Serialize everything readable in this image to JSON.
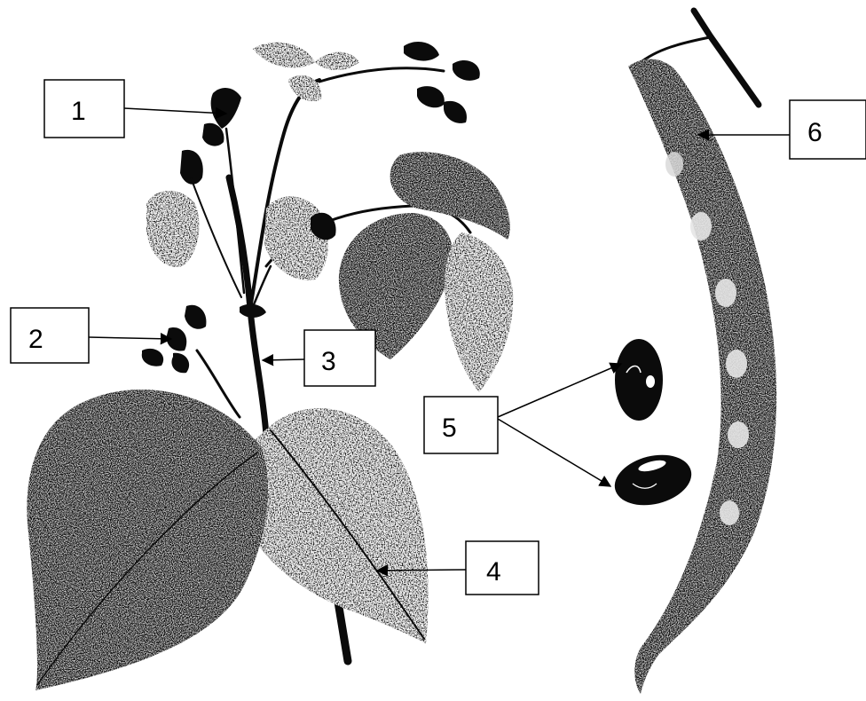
{
  "labels": {
    "l1": "1",
    "l2": "2",
    "l3": "3",
    "l4": "4",
    "l5": "5",
    "l6": "6"
  },
  "colors": {
    "ink": "#0b0b0b",
    "paper": "#ffffff"
  }
}
